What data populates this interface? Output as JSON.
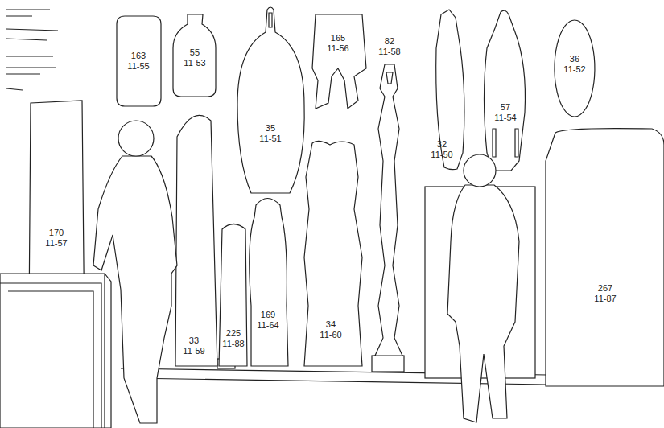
{
  "diagram": {
    "nodes": [
      {
        "text": [
          "163",
          "11-55"
        ]
      },
      {
        "text": [
          "55",
          "11-53"
        ]
      },
      {
        "text": [
          "35",
          "11-51"
        ]
      },
      {
        "text": [
          "165",
          "11-56"
        ]
      },
      {
        "text": [
          "82",
          "11-58"
        ]
      },
      {
        "text": [
          "32",
          "11-50"
        ]
      },
      {
        "text": [
          "57",
          "11-54"
        ]
      },
      {
        "text": [
          "36",
          "11-52"
        ]
      },
      {
        "text": [
          "170",
          "11-57"
        ]
      },
      {
        "text": [
          "33",
          "11-59"
        ]
      },
      {
        "text": [
          "225",
          "11-88"
        ]
      },
      {
        "text": [
          "169",
          "11-64"
        ]
      },
      {
        "text": [
          "34",
          "11-60"
        ]
      },
      {
        "text": [
          "267",
          "11-87"
        ]
      }
    ]
  }
}
